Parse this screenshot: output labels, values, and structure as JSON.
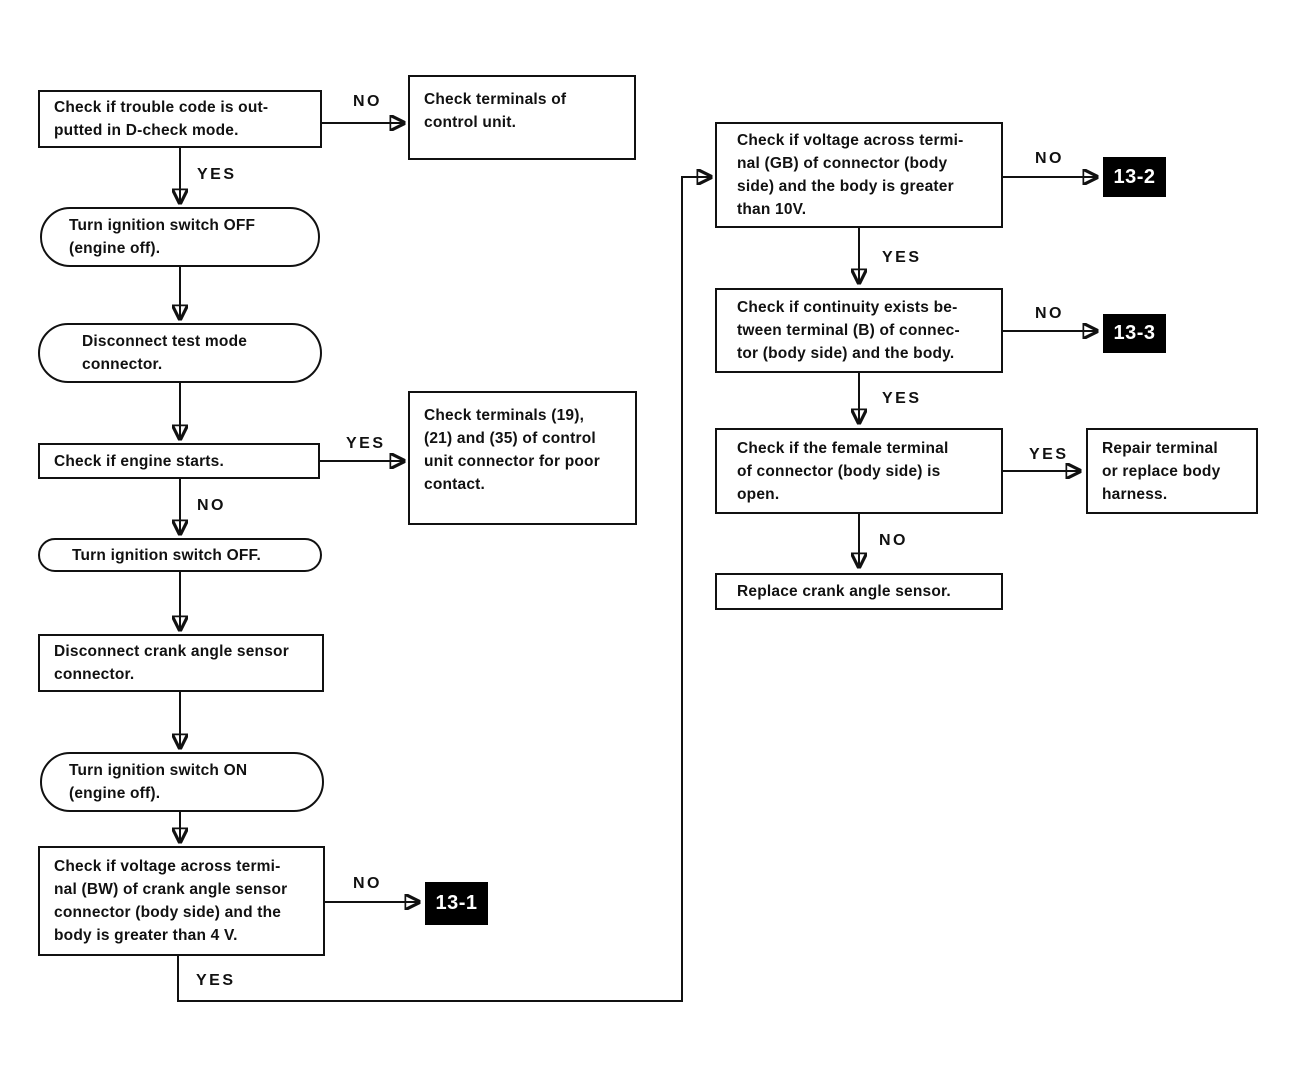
{
  "labels": {
    "yes": "YES",
    "no": "NO"
  },
  "nodes": {
    "trouble_code": "Check if trouble code is out-\nputted in D-check mode.",
    "check_terminals_cu": "Check terminals of\ncontrol unit.",
    "ignition_off_engine_off": "Turn ignition switch OFF\n(engine off).",
    "disconnect_test_mode": "Disconnect test mode\nconnector.",
    "engine_starts": "Check if engine starts.",
    "check_terminals_19_21_35": "Check terminals (19),\n(21) and (35) of control\nunit connector for poor\ncontact.",
    "ignition_off": "Turn ignition switch OFF.",
    "disconnect_crank_sensor": "Disconnect crank angle sensor\nconnector.",
    "ignition_on_engine_off": "Turn ignition switch ON\n(engine off).",
    "voltage_bw": "Check if voltage across termi-\nnal (BW) of crank angle sensor\nconnector (body side) and the\nbody is greater than 4 V.",
    "voltage_gb": "Check if voltage across termi-\nnal (GB) of connector (body\nside) and the body is greater\nthan 10V.",
    "continuity_b": "Check if continuity exists be-\ntween terminal (B) of connec-\ntor (body side) and the body.",
    "female_terminal": "Check if the female terminal\nof connector (body side) is\nopen.",
    "repair_terminal": "Repair terminal\nor replace body\nharness.",
    "replace_sensor": "Replace crank angle sensor."
  },
  "badges": {
    "b1": "13-1",
    "b2": "13-2",
    "b3": "13-3"
  },
  "colors": {
    "ink": "#111111",
    "paper": "#ffffff",
    "badge_bg": "#000000",
    "badge_text": "#ffffff"
  }
}
